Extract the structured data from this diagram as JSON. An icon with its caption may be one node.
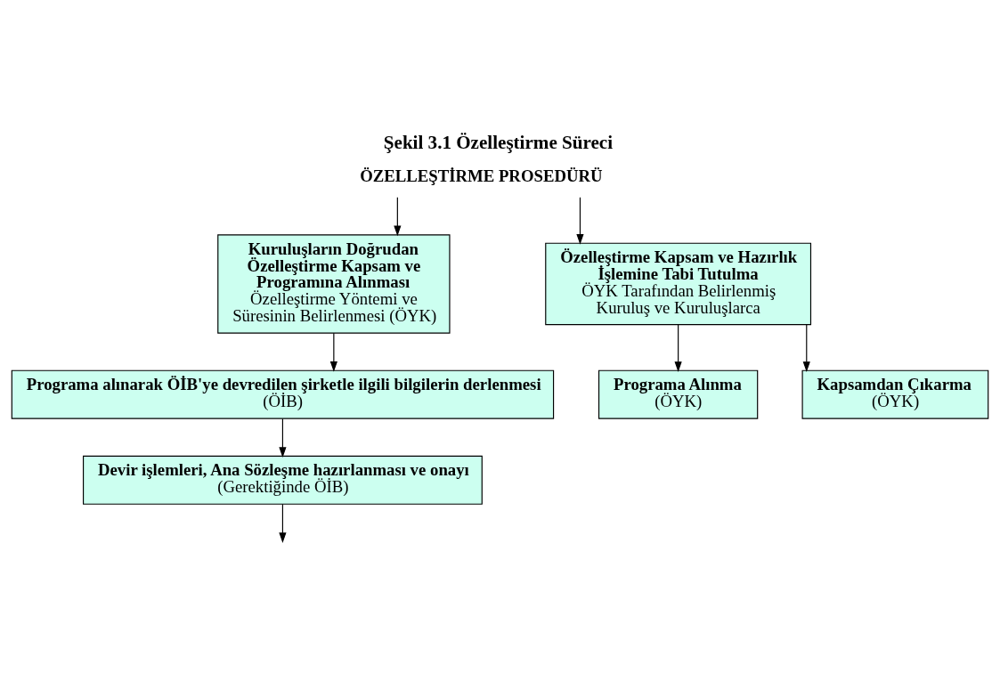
{
  "diagram": {
    "title": "Şekil 3.1 Özelleştirme Süreci",
    "nodes": [
      {
        "text": [
          "ÖZELLEŞTİRME PROSEDÜRÜ"
        ]
      },
      {
        "text": [
          "Kuruluşların Doğrudan Özelleştirme Kapsam ve Programına Alınması",
          "Özelleştirme Yöntemi ve Süresinin Belirlenmesi (ÖYK)"
        ]
      },
      {
        "text": [
          "Özelleştirme Kapsam ve Hazırlık İşlemine Tabi Tutulma",
          "ÖYK Tarafından Belirlenmiş Kuruluş ve Kuruluşlarca"
        ]
      },
      {
        "text": [
          "Programa Alınma",
          "(ÖYK)"
        ]
      },
      {
        "text": [
          "Kapsamdan Çıkarma",
          "(ÖYK)"
        ]
      },
      {
        "text": [
          "Programa alınarak ÖİB'ye devredilen şirketle ilgili bilgilerin derlenmesi",
          "(ÖİB)"
        ]
      },
      {
        "text": [
          "Devir işlemleri, Ana Sözleşme hazırlanması ve onayı",
          "(Gerektiğinde ÖİB)"
        ]
      }
    ],
    "edges": [
      {
        "from": 0,
        "to": 1,
        "arrow": "to"
      },
      {
        "from": 0,
        "to": 2,
        "arrow": "to"
      },
      {
        "from": 1,
        "to": 5,
        "arrow": "to"
      },
      {
        "from": 2,
        "to": 3,
        "arrow": "to"
      },
      {
        "from": 2,
        "to": 4,
        "arrow": "to"
      },
      {
        "from": 5,
        "to": 6,
        "arrow": "to"
      },
      {
        "from": 6,
        "to": null,
        "arrow": "to"
      }
    ]
  }
}
